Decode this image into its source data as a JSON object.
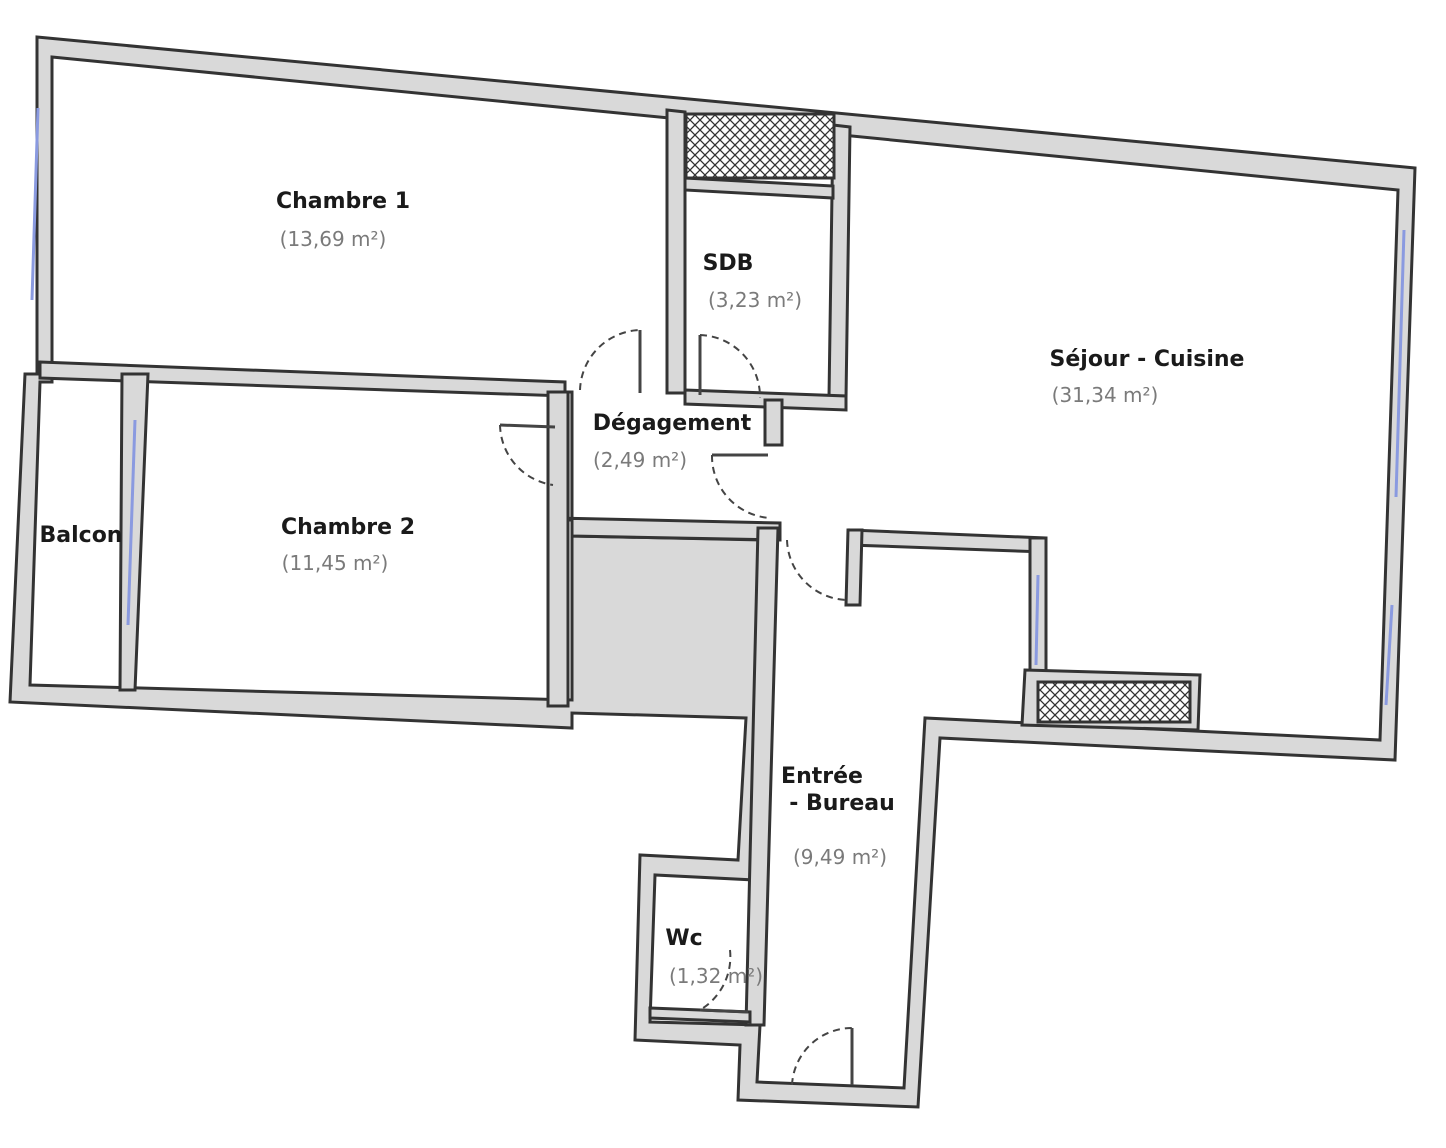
{
  "rooms": {
    "chambre1": {
      "name": "Chambre 1",
      "area": "(13,69 m²)"
    },
    "sdb": {
      "name": "SDB",
      "area": "(3,23 m²)"
    },
    "sejour": {
      "name": "Séjour - Cuisine",
      "area": "(31,34 m²)"
    },
    "degagement": {
      "name": "Dégagement",
      "area": "(2,49 m²)"
    },
    "balcon": {
      "name": "Balcon"
    },
    "chambre2": {
      "name": "Chambre 2",
      "area": "(11,45 m²)"
    },
    "entree": {
      "name_line1": "Entrée",
      "name_line2": "- Bureau",
      "area": "(9,49 m²)"
    },
    "wc": {
      "name": "Wc",
      "area": "(1,32 m²)"
    }
  },
  "colors": {
    "wall_fill": "#d9d9d9",
    "wall_stroke": "#333333",
    "window": "#8a9ae0",
    "area_text": "#7a7a7a",
    "label_text": "#1a1a1a"
  }
}
